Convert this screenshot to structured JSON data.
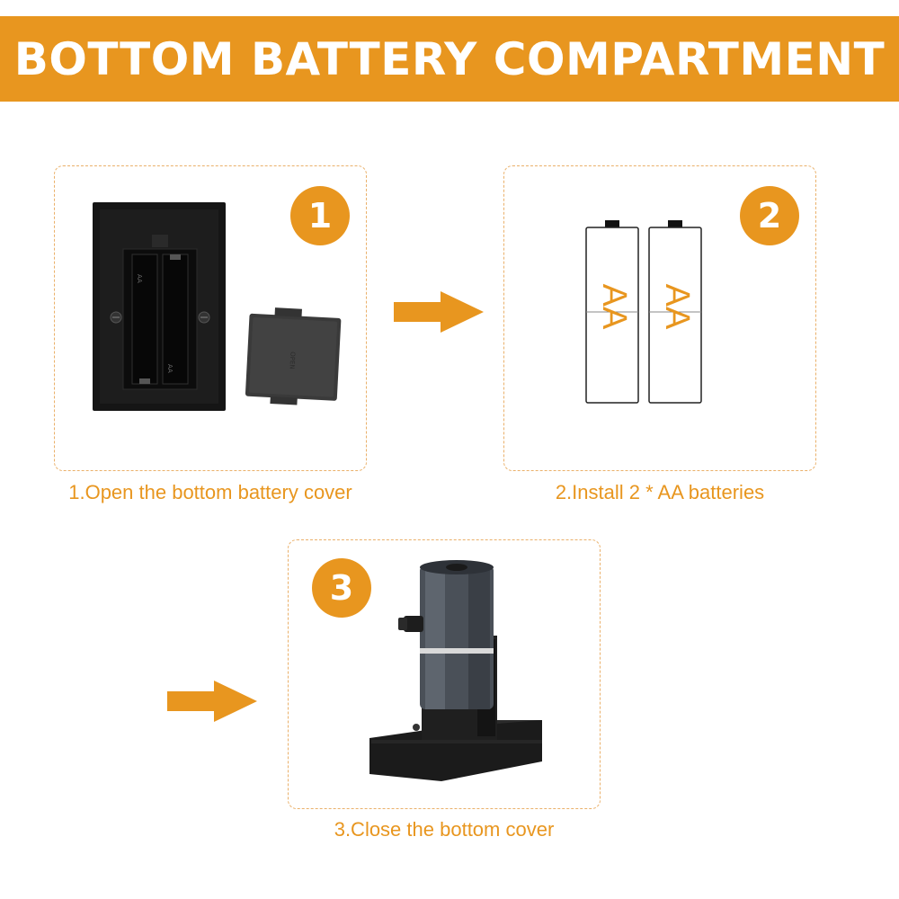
{
  "header": {
    "title": "BOTTOM BATTERY COMPARTMENT",
    "background_color": "#e8961f"
  },
  "steps": [
    {
      "number": "1",
      "caption": "1.Open the bottom battery cover"
    },
    {
      "number": "2",
      "caption": "2.Install 2 * AA batteries",
      "battery_label": "AA"
    },
    {
      "number": "3",
      "caption": "3.Close the bottom cover"
    }
  ],
  "colors": {
    "accent": "#e8961f",
    "panel_border": "#eab06a"
  },
  "icons": {
    "arrow": "arrow-right-icon"
  }
}
